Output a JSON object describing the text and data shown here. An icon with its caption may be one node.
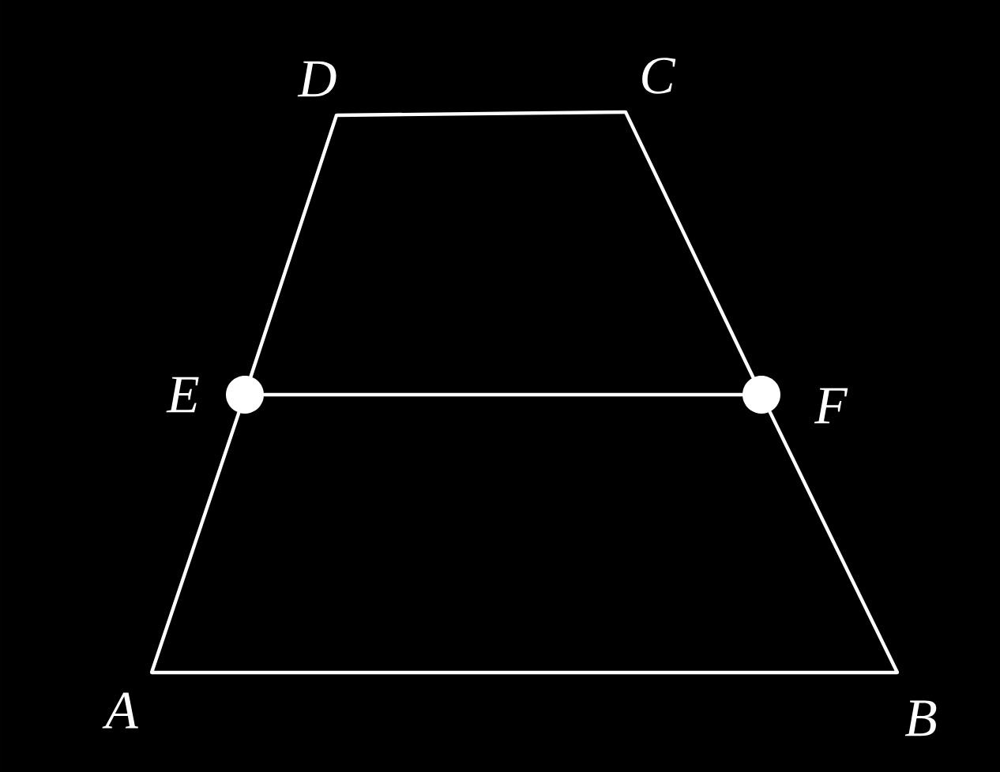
{
  "diagram": {
    "nodes": [
      {
        "text": [
          "D"
        ]
      },
      {
        "text": [
          "C"
        ]
      },
      {
        "text": [],
        "shape": "circle"
      },
      {
        "text": [],
        "shape": "circle"
      },
      {
        "text": [
          "A"
        ]
      },
      {
        "text": [
          "B"
        ]
      }
    ],
    "edges": [
      {
        "from": 4,
        "to": 5,
        "arrow": "none"
      },
      {
        "from": 5,
        "to": 3,
        "arrow": "none"
      },
      {
        "from": 3,
        "to": 1,
        "arrow": "none"
      },
      {
        "from": 1,
        "to": 0,
        "arrow": "none"
      },
      {
        "from": 0,
        "to": 2,
        "arrow": "none"
      },
      {
        "from": 2,
        "to": 4,
        "arrow": "none"
      },
      {
        "from": 2,
        "to": 3,
        "arrow": "none"
      }
    ],
    "labels": [
      "E",
      "F"
    ]
  }
}
